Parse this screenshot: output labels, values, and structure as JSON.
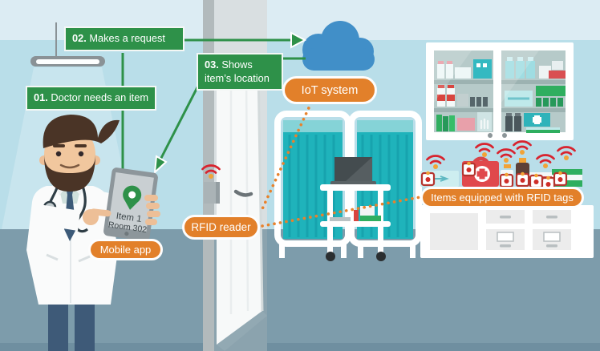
{
  "steps": [
    {
      "number": "01.",
      "label": "Doctor needs an item"
    },
    {
      "number": "02.",
      "label": "Makes a request"
    },
    {
      "number": "03.",
      "label": "Shows item’s location"
    }
  ],
  "callouts": {
    "iot": "IoT system",
    "mobile": "Mobile app",
    "rfid_reader": "RFID reader",
    "rfid_items": "Items equipped with RFID tags"
  },
  "tablet": {
    "item": "Item 1",
    "room": "Room 302"
  },
  "icons": {
    "cloud": "cloud-icon",
    "wifi": "wifi-signal-icon",
    "location_pin": "location-pin-icon",
    "rfid_tag": "rfid-tag-icon",
    "first_aid_cross": "medical-cross-icon"
  },
  "colors": {
    "step_green": "#2e9149",
    "callout_orange": "#e2802a",
    "dotted_orange": "#e8822c",
    "cloud_blue": "#418fc8",
    "curtain_teal": "#1fb3bb",
    "wifi_red": "#d8232e",
    "wall_blue": "#b9dee9",
    "floor_gray": "#7d9cab"
  }
}
